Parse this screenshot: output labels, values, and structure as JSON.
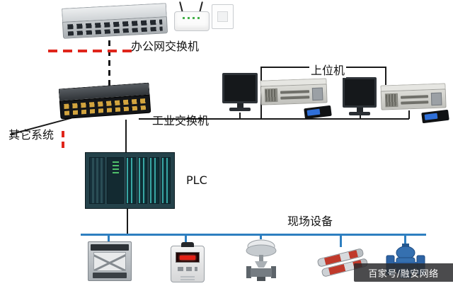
{
  "diagram": {
    "labels": {
      "office_switch": "办公网交换机",
      "host_computer": "上位机",
      "industrial_switch": "工业交换机",
      "other_systems": "其它系统",
      "plc": "PLC",
      "field_devices": "现场设备"
    },
    "watermark": {
      "text": "百家号/融安网络"
    },
    "colors": {
      "office_link": "#e0251b",
      "connection": "#1a1a1a",
      "field_bus": "#2e7fc0"
    },
    "icons": {
      "top_row": [
        "office-switch-icon",
        "wireless-router-icon",
        "wall-socket-icon"
      ],
      "middle_row": [
        "industrial-switch-icon",
        "monitor-icon",
        "industrial-pc-icon",
        "media-converter-icon"
      ],
      "controller": [
        "plc-icon"
      ],
      "field_row": [
        "circuit-breaker-icon",
        "gas-detector-icon",
        "control-valve-icon",
        "heater-rod-icon",
        "gate-valve-icon"
      ]
    }
  }
}
